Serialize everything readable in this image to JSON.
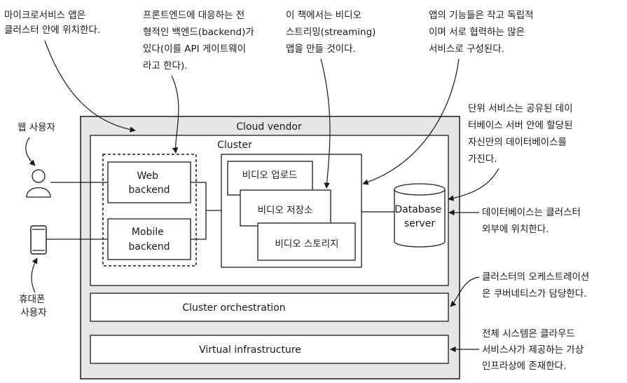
{
  "annotations": {
    "microservices": [
      "마이크로서비스 앱은",
      "클러스터 안에 위치한다."
    ],
    "frontend_backend": [
      "프론트엔드에 대응하는 전",
      "형적인 백엔드(backend)가",
      "있다(이를 API 게이트웨이",
      "라고 한다)."
    ],
    "video_streaming": [
      "이 책에서는 비디오",
      "스트리밍(streaming)",
      "앱을 만들 것이다."
    ],
    "app_features": [
      "앱의 기능들은 작고 독립적",
      "이며 서로 협력하는 많은",
      "서비스로 구성된다."
    ],
    "shared_db": [
      "단위 서비스는 공유된 데이",
      "터베이스 서버 안에 할당된",
      "자신만의 데이터베이스를",
      "가진다."
    ],
    "db_outside": [
      "데이터베이스는 클러스터",
      "외부에 위치한다."
    ],
    "orchestration_note": [
      "클러스터의 오케스트레이션",
      "은 쿠버네티스가 담당한다."
    ],
    "infra_note": [
      "전체 시스템은 클라우드",
      "서비스사가 제공하는 가상",
      "인프라상에 존재한다."
    ]
  },
  "actors": {
    "web_user": "웹 사용자",
    "mobile_user": [
      "휴대폰",
      "사용자"
    ]
  },
  "boxes": {
    "cloud_vendor": "Cloud vendor",
    "cluster": "Cluster",
    "web_backend": [
      "Web",
      "backend"
    ],
    "mobile_backend": [
      "Mobile",
      "backend"
    ],
    "video_upload": "비디오 업로드",
    "video_storage": "비디오 저장소",
    "video_storage2": "비디오 스토리지",
    "database_server": [
      "Database",
      "server"
    ],
    "cluster_orchestration": "Cluster orchestration",
    "virtual_infrastructure": "Virtual infrastructure"
  },
  "colors": {
    "cloud_fill": "#e6e6e6",
    "line": "#1a1a1a",
    "box_fill": "#ffffff"
  }
}
